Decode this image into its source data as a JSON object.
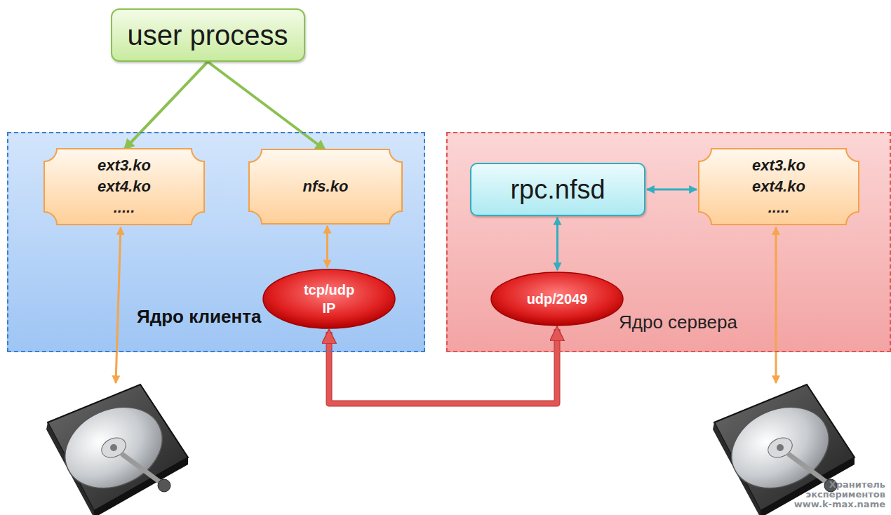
{
  "diagram": {
    "nodes": [
      {
        "text": [
          "user process"
        ]
      },
      {
        "text": [
          "Ядро клиента"
        ]
      },
      {
        "text": [
          "ext3.ko",
          "ext4.ko",
          "....."
        ],
        "in": 1
      },
      {
        "text": [
          "nfs.ko"
        ],
        "in": 1
      },
      {
        "text": [
          "tcp/udp",
          "IP"
        ],
        "in": 1
      },
      {
        "text": [
          "Ядро сервера"
        ]
      },
      {
        "text": [
          "rpc.nfsd"
        ],
        "in": 5
      },
      {
        "text": [
          "ext3.ko",
          "ext4.ko",
          "....."
        ],
        "in": 5
      },
      {
        "text": [
          "udp/2049"
        ],
        "in": 5
      }
    ],
    "edges": [
      {
        "from": 0,
        "to": 2,
        "arrow": "to"
      },
      {
        "from": 0,
        "to": 3,
        "arrow": "to"
      },
      {
        "from": 3,
        "to": 4,
        "arrow": "both"
      },
      {
        "from": 6,
        "to": 8,
        "arrow": "both"
      },
      {
        "from": 6,
        "to": 7,
        "arrow": "both"
      },
      {
        "from": 4,
        "to": 8,
        "arrow": "both"
      }
    ],
    "labels": [
      "Хранитель",
      "экспериментов",
      "www.k-max.name"
    ]
  }
}
